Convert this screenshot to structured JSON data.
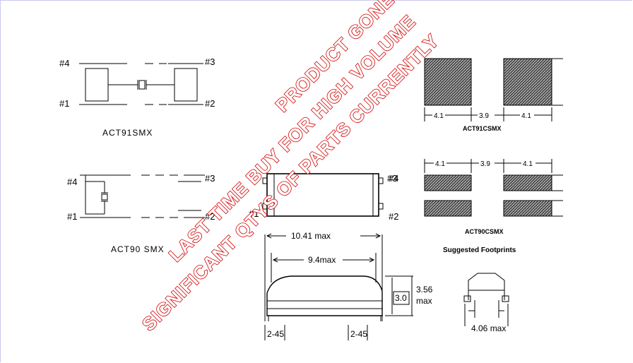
{
  "diagram": {
    "act91": {
      "pins": [
        "#4",
        "#3",
        "#1",
        "#2"
      ],
      "name": "ACT91SMX"
    },
    "act90": {
      "pins": [
        "#4",
        "#3",
        "#1",
        "#2"
      ],
      "name": "ACT90 SMX"
    },
    "package": {
      "pins": [
        "#4",
        "#3",
        "#1",
        "#2"
      ],
      "length_max": "10.41 max",
      "body_max": "9.4max",
      "height_inner": "3.0",
      "height_max_value": "3.56",
      "height_max_unit": "max",
      "pad_left": "2-45",
      "pad_right": "2-45",
      "width_max": "4.06 max"
    },
    "footprint91": {
      "dim_left": "4.1",
      "dim_mid": "3.9",
      "dim_right": "4.1",
      "name": "ACT91CSMX"
    },
    "footprint90": {
      "dim_left": "4.1",
      "dim_mid": "3.9",
      "dim_right": "4.1",
      "name": "ACT90CSMX"
    },
    "footprints_caption": "Suggested Footprints"
  },
  "watermark": {
    "line1": "LAST TIME BUY FOR HIGH VOLUME",
    "line2": "SIGNIFICANT QTYS OF PARTS CURRENTLY",
    "line3": "PRODUCT GONE"
  },
  "colors": {
    "watermark_stroke": "#d10000",
    "frame": "#c8c8ee"
  }
}
